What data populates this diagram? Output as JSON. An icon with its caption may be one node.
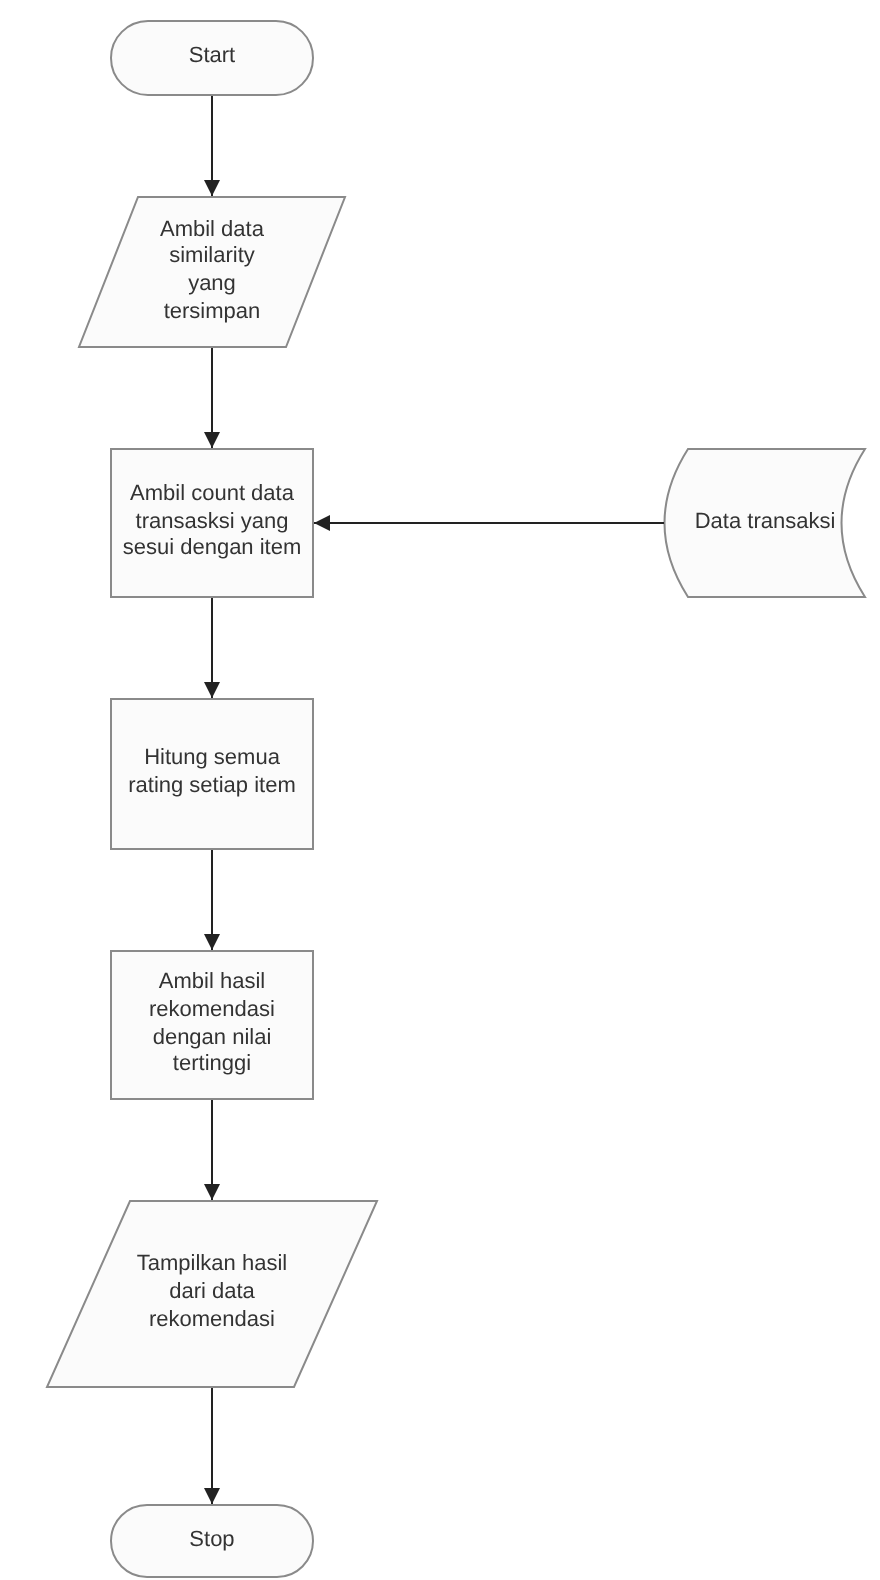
{
  "diagram": {
    "nodes": [
      {
        "text": [
          "Start"
        ]
      },
      {
        "text": [
          "Ambil data similarity yang tersimpan"
        ]
      },
      {
        "text": [
          "Ambil count data transasksi yang sesui dengan item"
        ]
      },
      {
        "text": [
          "Data transaksi"
        ]
      },
      {
        "text": [
          "Hitung semua rating setiap item"
        ]
      },
      {
        "text": [
          "Ambil hasil rekomendasi dengan nilai tertinggi"
        ]
      },
      {
        "text": [
          "Tampilkan hasil dari data rekomendasi"
        ]
      },
      {
        "text": [
          "Stop"
        ]
      }
    ],
    "edges": [
      {
        "from": 0,
        "to": 1,
        "arrow": "to"
      },
      {
        "from": 1,
        "to": 2,
        "arrow": "to"
      },
      {
        "from": 3,
        "to": 2,
        "arrow": "to"
      },
      {
        "from": 2,
        "to": 4,
        "arrow": "to"
      },
      {
        "from": 4,
        "to": 5,
        "arrow": "to"
      },
      {
        "from": 5,
        "to": 6,
        "arrow": "to"
      },
      {
        "from": 6,
        "to": 7,
        "arrow": "to"
      }
    ]
  }
}
